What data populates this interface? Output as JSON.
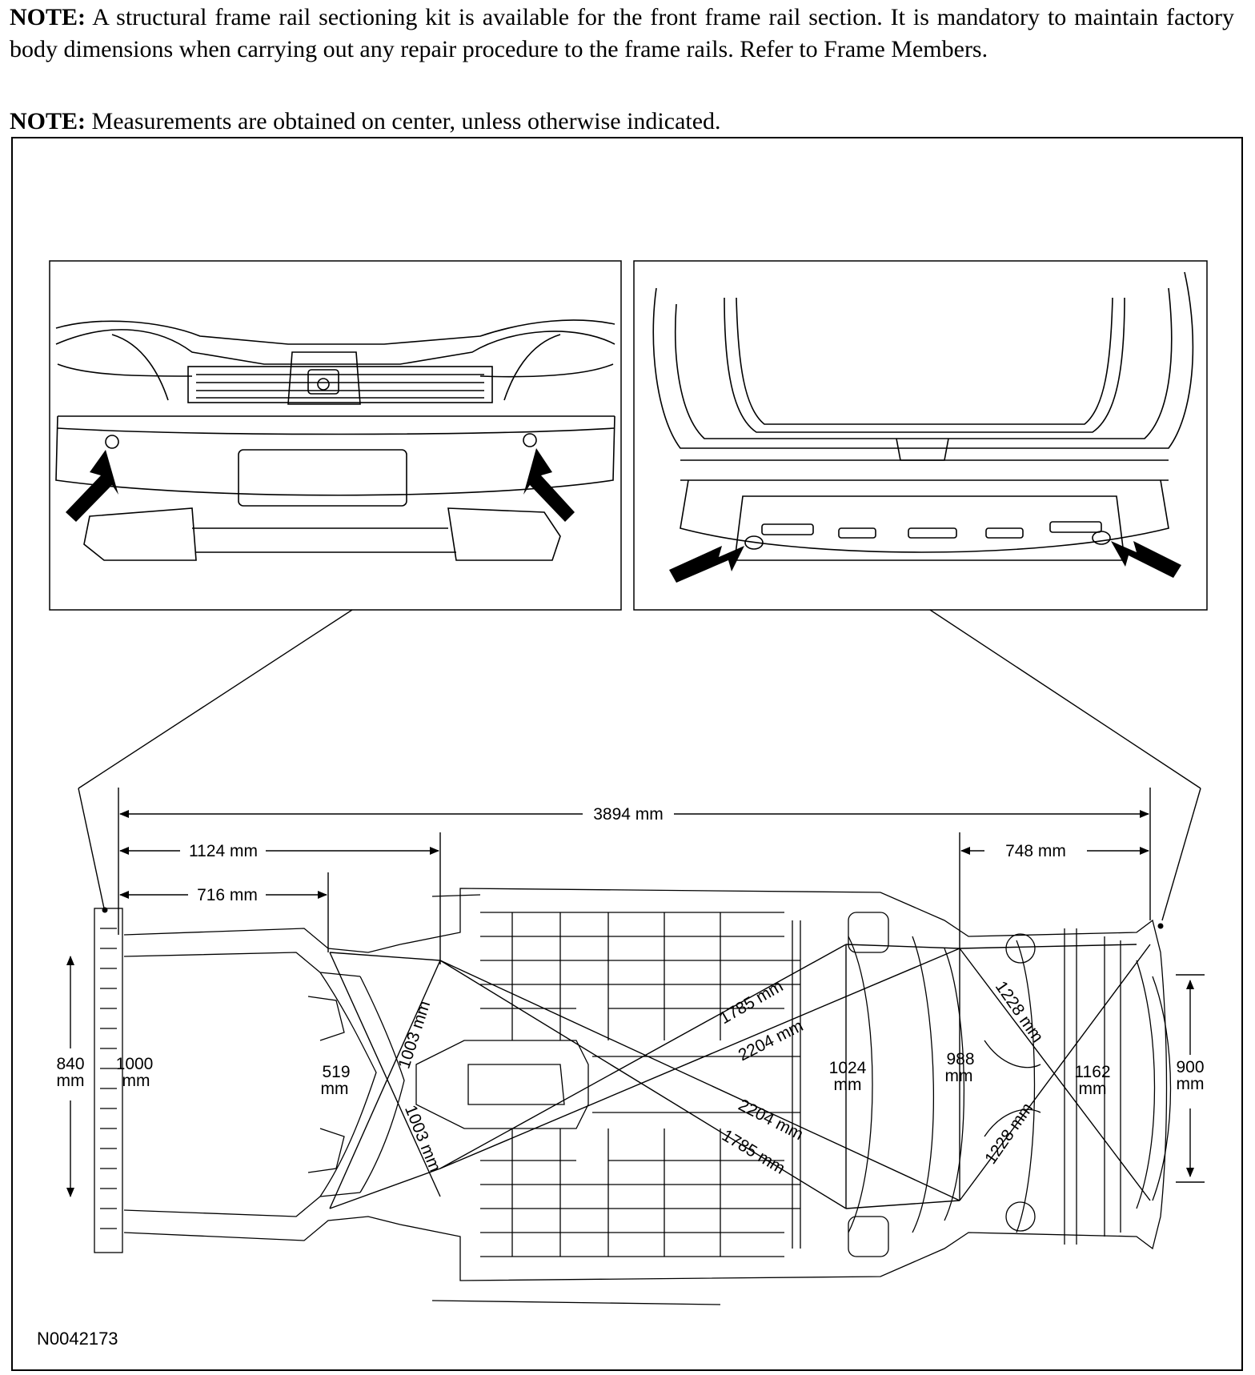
{
  "notes": [
    {
      "label": "NOTE:",
      "text": "A structural frame rail sectioning kit is available for the front frame rail section. It is mandatory to maintain factory body dimensions when carrying out any repair procedure to the frame rails. Refer to  Frame Members."
    },
    {
      "label": "NOTE:",
      "text": "Measurements are obtained on center, unless otherwise indicated."
    }
  ],
  "dimensions": {
    "overall_length": "3894 mm",
    "front_1124": "1124 mm",
    "front_716": "716 mm",
    "rear_748": "748 mm",
    "front_width_840": [
      "840",
      "mm"
    ],
    "front_width_1000": [
      "1000",
      "mm"
    ],
    "width_519": [
      "519",
      "mm"
    ],
    "width_1024": [
      "1024",
      "mm"
    ],
    "width_988": [
      "988",
      "mm"
    ],
    "width_1162": [
      "1162",
      "mm"
    ],
    "rear_width_900": [
      "900",
      "mm"
    ],
    "diag_1003_upper": "1003 mm",
    "diag_1003_lower": "1003 mm",
    "diag_1785_upper": "1785 mm",
    "diag_1785_lower": "1785 mm",
    "diag_2204_upper": "2204 mm",
    "diag_2204_lower": "2204 mm",
    "diag_1228_upper": "1228 mm",
    "diag_1228_lower": "1228 mm"
  },
  "figure_id": "N0042173",
  "icons": [
    "locator-arrow-icon"
  ]
}
